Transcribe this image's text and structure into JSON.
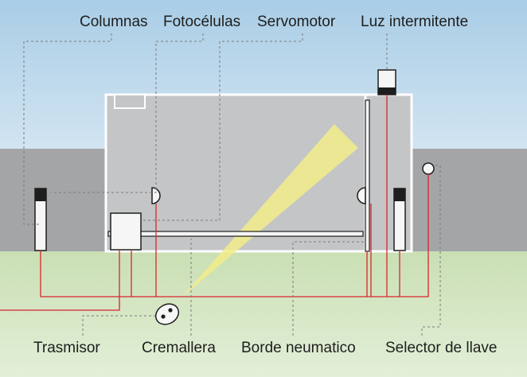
{
  "labels": {
    "columnas": "Columnas",
    "fotocelulas": "Fotocélulas",
    "servomotor": "Servomotor",
    "luz_intermitente": "Luz intermitente",
    "trasmisor": "Trasmisor",
    "cremallera": "Cremallera",
    "borde_neumatico": "Borde neumatico",
    "selector_de_llave": "Selector de llave"
  },
  "colors": {
    "sky_top": "#a9cde6",
    "sky_bottom": "#eef5fa",
    "wall": "#a4a5a7",
    "gate_fill": "#c4c5c7",
    "grass_top": "#c9dfb3",
    "grass_bottom": "#e3efd8",
    "wire": "#d7262d",
    "leader": "#7a7a7a",
    "beam": "#f2ec8a",
    "outline": "#1e1e1e"
  }
}
